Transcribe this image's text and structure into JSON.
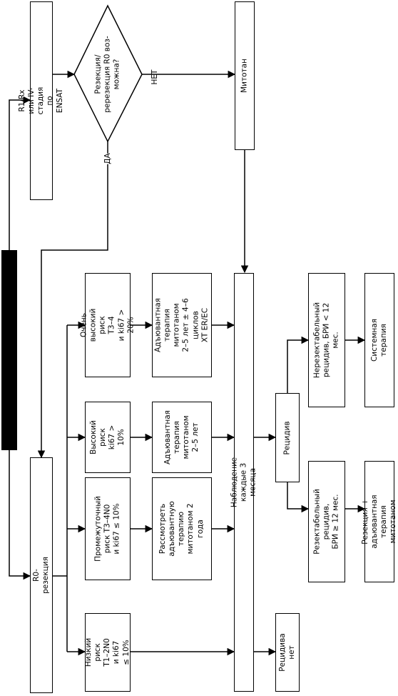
{
  "diagram": {
    "boxes": {
      "stage": "R1/Rx или IV-стадия по ENSAT",
      "decision": "Резекция/\nререзекция R0 воз-\nможна?",
      "mitotan": "Митотан",
      "r0": "R0-резекция",
      "low_risk": "Низкий риск\nT1–2N0\nи ki67 ≤ 10%",
      "mid_risk": "Промежуточный\nриск T3–4N0\nи ki67 ≤ 10%",
      "high_risk": "Высокий\nриск\nki67 > 10%",
      "very_high_risk": "Очень высокий риск\nT3–4\nи ki67 > 20%",
      "mid_therapy": "Рассмотреть\nадъювантную\nтерапию\nмитотаном 2 года",
      "high_therapy": "Адъювантная\nтерапия\nмитотаном\n2–5 лет",
      "very_high_therapy": "Адъювантная\nтерапия митотаном\n2–5 лет ± 4–6 циклов\nXT ER/EC",
      "observation": "Наблюдение каждые 3 месяца",
      "no_relapse": "Рецидива нет",
      "relapse": "Рецидив",
      "resectable": "Резектабельный рецидив,\nБРИ ≥ 12 мес.",
      "unresectable": "Нерезектабельный\nрецидив, БРИ < 12 мес.",
      "resection_adjuvant": "Резекция + адъювантная\nтерапия митотаном",
      "systemic": "Системная терапия"
    },
    "edge_labels": {
      "yes": "ДА",
      "no": "НЕТ"
    }
  }
}
